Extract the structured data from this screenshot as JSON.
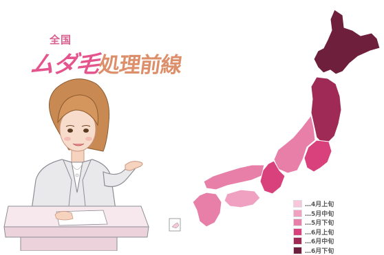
{
  "title": {
    "prefix": "全国",
    "main_part1": "ムダ毛",
    "main_part2": "処理前線"
  },
  "legend": {
    "items": [
      {
        "label": "…4月上旬",
        "color": "#f7c6da"
      },
      {
        "label": "…5月中旬",
        "color": "#f0a0c0"
      },
      {
        "label": "…5月下旬",
        "color": "#e77fa8"
      },
      {
        "label": "…6月上旬",
        "color": "#d9417d"
      },
      {
        "label": "…6月中旬",
        "color": "#9e2a55"
      },
      {
        "label": "…6月下旬",
        "color": "#6e1f3c"
      }
    ]
  },
  "region_colors": {
    "hokkaido": "#6e1f3c",
    "tohoku": "#9e2a55",
    "kanto": "#d9417d",
    "chubu": "#e77fa8",
    "kansai": "#d9417d",
    "chugoku": "#e77fa8",
    "shikoku": "#f0a0c0",
    "kyushu": "#e77fa8",
    "okinawa": "#f7c6da"
  }
}
